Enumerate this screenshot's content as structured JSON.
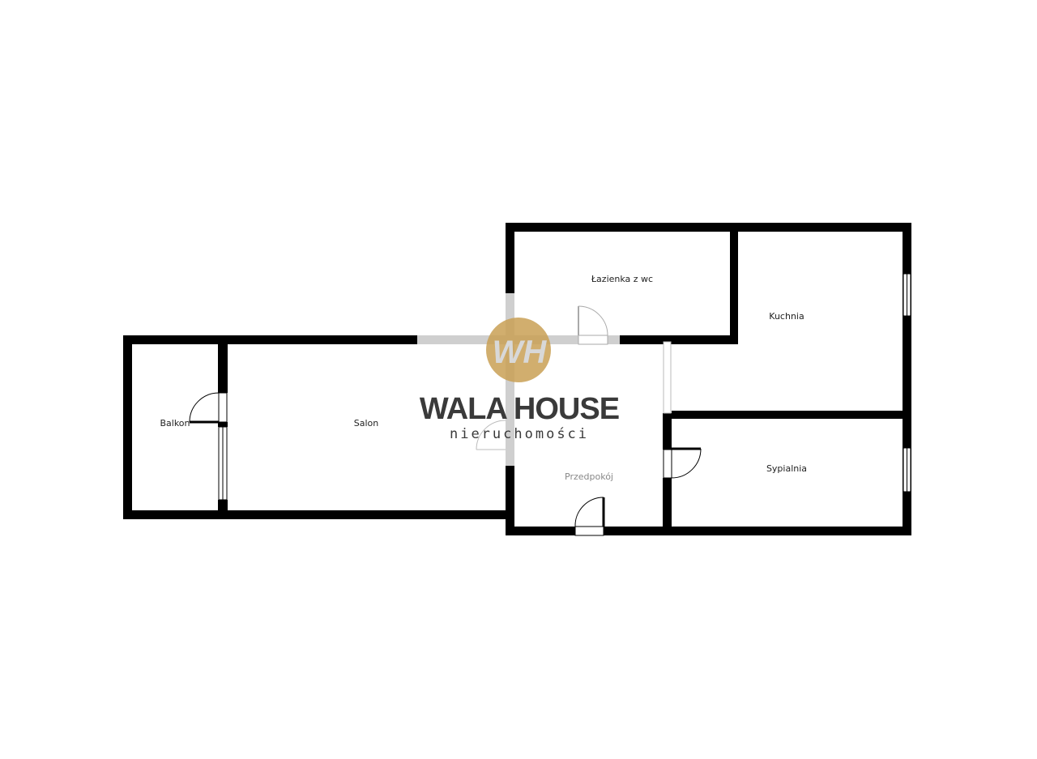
{
  "rooms": {
    "balkon": "Balkon",
    "salon": "Salon",
    "lazienka": "Łazienka z wc",
    "kuchnia": "Kuchnia",
    "przedpokoj": "Przedpokój",
    "sypialnia": "Sypialnia"
  },
  "logo": {
    "monogram": "WH",
    "name": "WALA HOUSE",
    "tagline": "nieruchomości",
    "color": "#c9a055"
  }
}
